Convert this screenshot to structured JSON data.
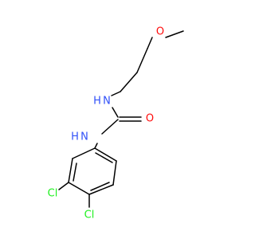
{
  "molecule": {
    "atoms": [
      {
        "id": "O1",
        "label": "O",
        "color": "#ff0d0d"
      },
      {
        "id": "N1",
        "label": "N",
        "color": "#3050f8",
        "h": "H"
      },
      {
        "id": "O2",
        "label": "O",
        "color": "#ff0d0d"
      },
      {
        "id": "N2",
        "label": "N",
        "color": "#3050f8",
        "h": "H"
      },
      {
        "id": "Cl1",
        "label": "Cl",
        "color": "#1ff01f"
      },
      {
        "id": "Cl2",
        "label": "Cl",
        "color": "#1ff01f"
      }
    ],
    "bond_color": "#000000"
  }
}
